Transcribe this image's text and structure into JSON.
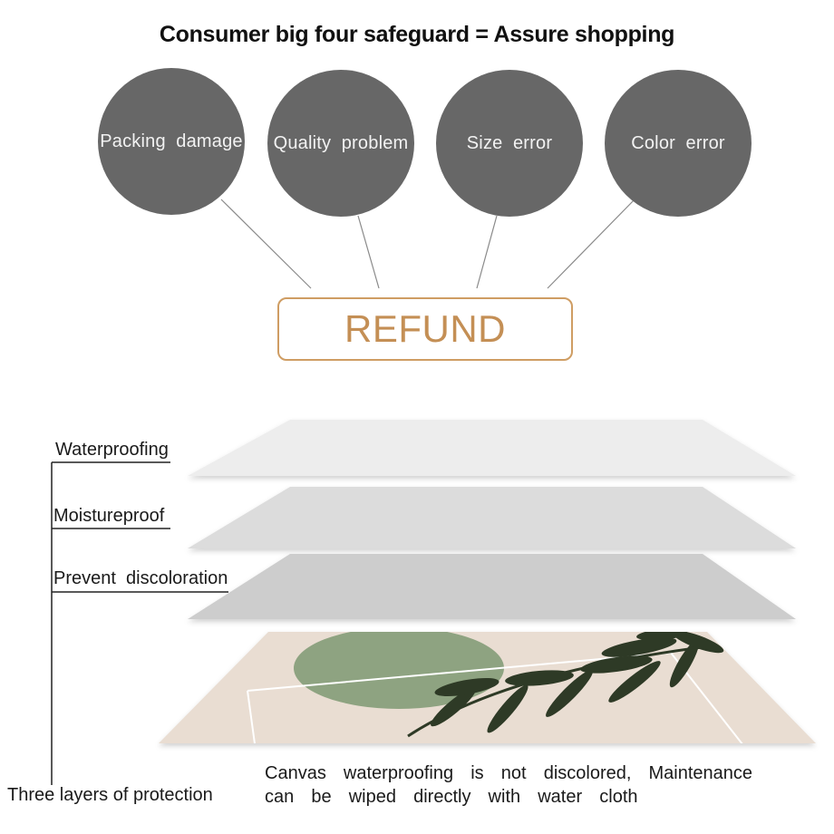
{
  "title": "Consumer big four safeguard = Assure shopping",
  "circles": [
    {
      "label": "Packing  damage"
    },
    {
      "label": "Quality  problem"
    },
    {
      "label": "Size  error"
    },
    {
      "label": "Color  error"
    }
  ],
  "refund_label": "REFUND",
  "layers": [
    {
      "label": "Waterproofing"
    },
    {
      "label": "Moistureproof"
    },
    {
      "label": "Prevent  discoloration"
    }
  ],
  "bottom_label": "Three layers of protection",
  "caption": {
    "line1": "Canvas  waterproofing  is  not  discolored,  Maintenance",
    "line2": "can  be  wiped  directly  with  water  cloth"
  },
  "colors": {
    "circle_fill": "#676767",
    "refund_accent": "#cf9d63",
    "canvas_beige": "#e9ddd2",
    "leaf_green": "#2e3a26",
    "sage_green": "#8ea381"
  }
}
